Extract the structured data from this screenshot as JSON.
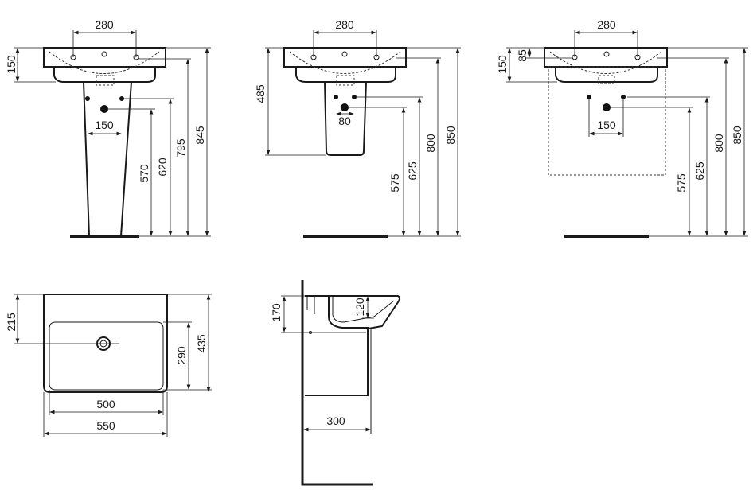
{
  "front_pedestal": {
    "tap_spacing": "280",
    "basin_height": "150",
    "trap_spacing": "150",
    "h_drain": "570",
    "h_supply": "620",
    "h_underside": "795",
    "h_top": "845"
  },
  "front_semi_pedestal": {
    "tap_spacing": "280",
    "pedestal_length": "485",
    "trap_spacing": "80",
    "h_drain": "575",
    "h_supply": "625",
    "h_underside": "800",
    "h_top": "850"
  },
  "front_wall_hung": {
    "tap_spacing": "280",
    "basin_height": "150",
    "tap_height": "85",
    "supply_spacing": "150",
    "h_drain": "575",
    "h_supply": "625",
    "h_underside": "800",
    "h_top": "850"
  },
  "top_view": {
    "drain_offset": "215",
    "inner_depth": "290",
    "depth": "435",
    "inner_width": "500",
    "width": "550"
  },
  "side_view": {
    "basin_height": "170",
    "bowl_depth": "120",
    "pedestal_depth": "300"
  }
}
